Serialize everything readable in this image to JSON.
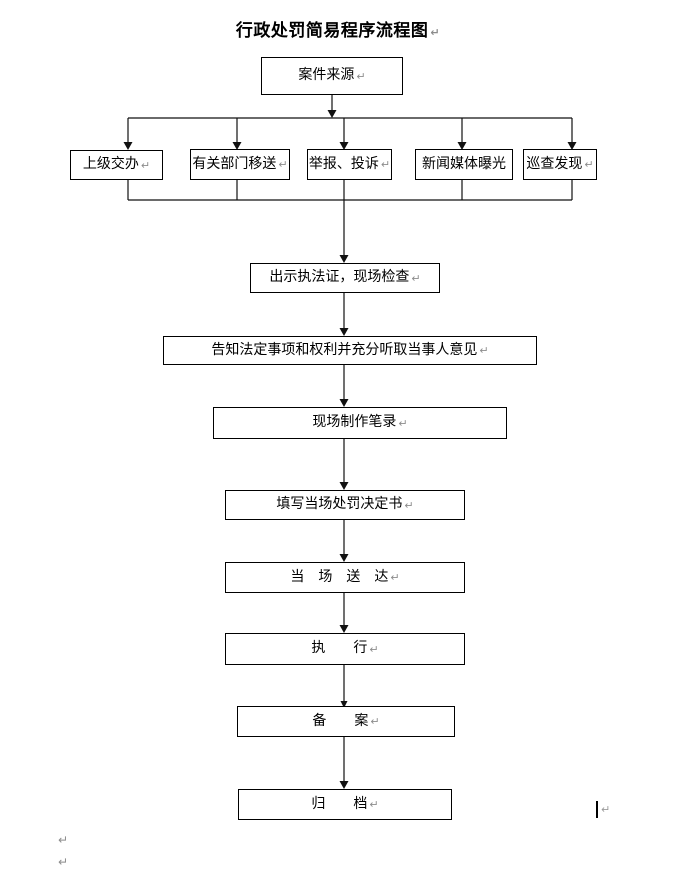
{
  "title": {
    "text": "行政处罚简易程序流程图"
  },
  "marks": {
    "pilcrow": "↵"
  },
  "nodes": {
    "source": {
      "label": "案件来源"
    },
    "superior": {
      "label": "上级交办"
    },
    "transfer": {
      "label": "有关部门移送"
    },
    "report": {
      "label": "举报、投诉"
    },
    "media": {
      "label": "新闻媒体曝光"
    },
    "patrol": {
      "label": "巡查发现"
    },
    "inspect": {
      "label": "出示执法证，现场检查"
    },
    "inform": {
      "label": "告知法定事项和权利并充分听取当事人意见"
    },
    "record": {
      "label": "现场制作笔录"
    },
    "fill": {
      "label": "填写当场处罚决定书"
    },
    "deliver": {
      "label": "当　场　送　达"
    },
    "execute": {
      "label": "执　　行"
    },
    "file": {
      "label": "备　　案"
    },
    "archive": {
      "label": "归　　档"
    }
  },
  "flow": {
    "edges": [
      {
        "from": "案件来源",
        "to": "上级交办"
      },
      {
        "from": "案件来源",
        "to": "有关部门移送"
      },
      {
        "from": "案件来源",
        "to": "举报、投诉"
      },
      {
        "from": "案件来源",
        "to": "新闻媒体曝光"
      },
      {
        "from": "案件来源",
        "to": "巡查发现"
      },
      {
        "from": "上级交办",
        "to": "出示执法证，现场检查"
      },
      {
        "from": "有关部门移送",
        "to": "出示执法证，现场检查"
      },
      {
        "from": "举报、投诉",
        "to": "出示执法证，现场检查"
      },
      {
        "from": "新闻媒体曝光",
        "to": "出示执法证，现场检查"
      },
      {
        "from": "巡查发现",
        "to": "出示执法证，现场检查"
      },
      {
        "from": "出示执法证，现场检查",
        "to": "告知法定事项和权利并充分听取当事人意见"
      },
      {
        "from": "告知法定事项和权利并充分听取当事人意见",
        "to": "现场制作笔录"
      },
      {
        "from": "现场制作笔录",
        "to": "填写当场处罚决定书"
      },
      {
        "from": "填写当场处罚决定书",
        "to": "当场送达"
      },
      {
        "from": "当场送达",
        "to": "执行"
      },
      {
        "from": "执行",
        "to": "备案"
      },
      {
        "from": "备案",
        "to": "归档"
      }
    ]
  }
}
